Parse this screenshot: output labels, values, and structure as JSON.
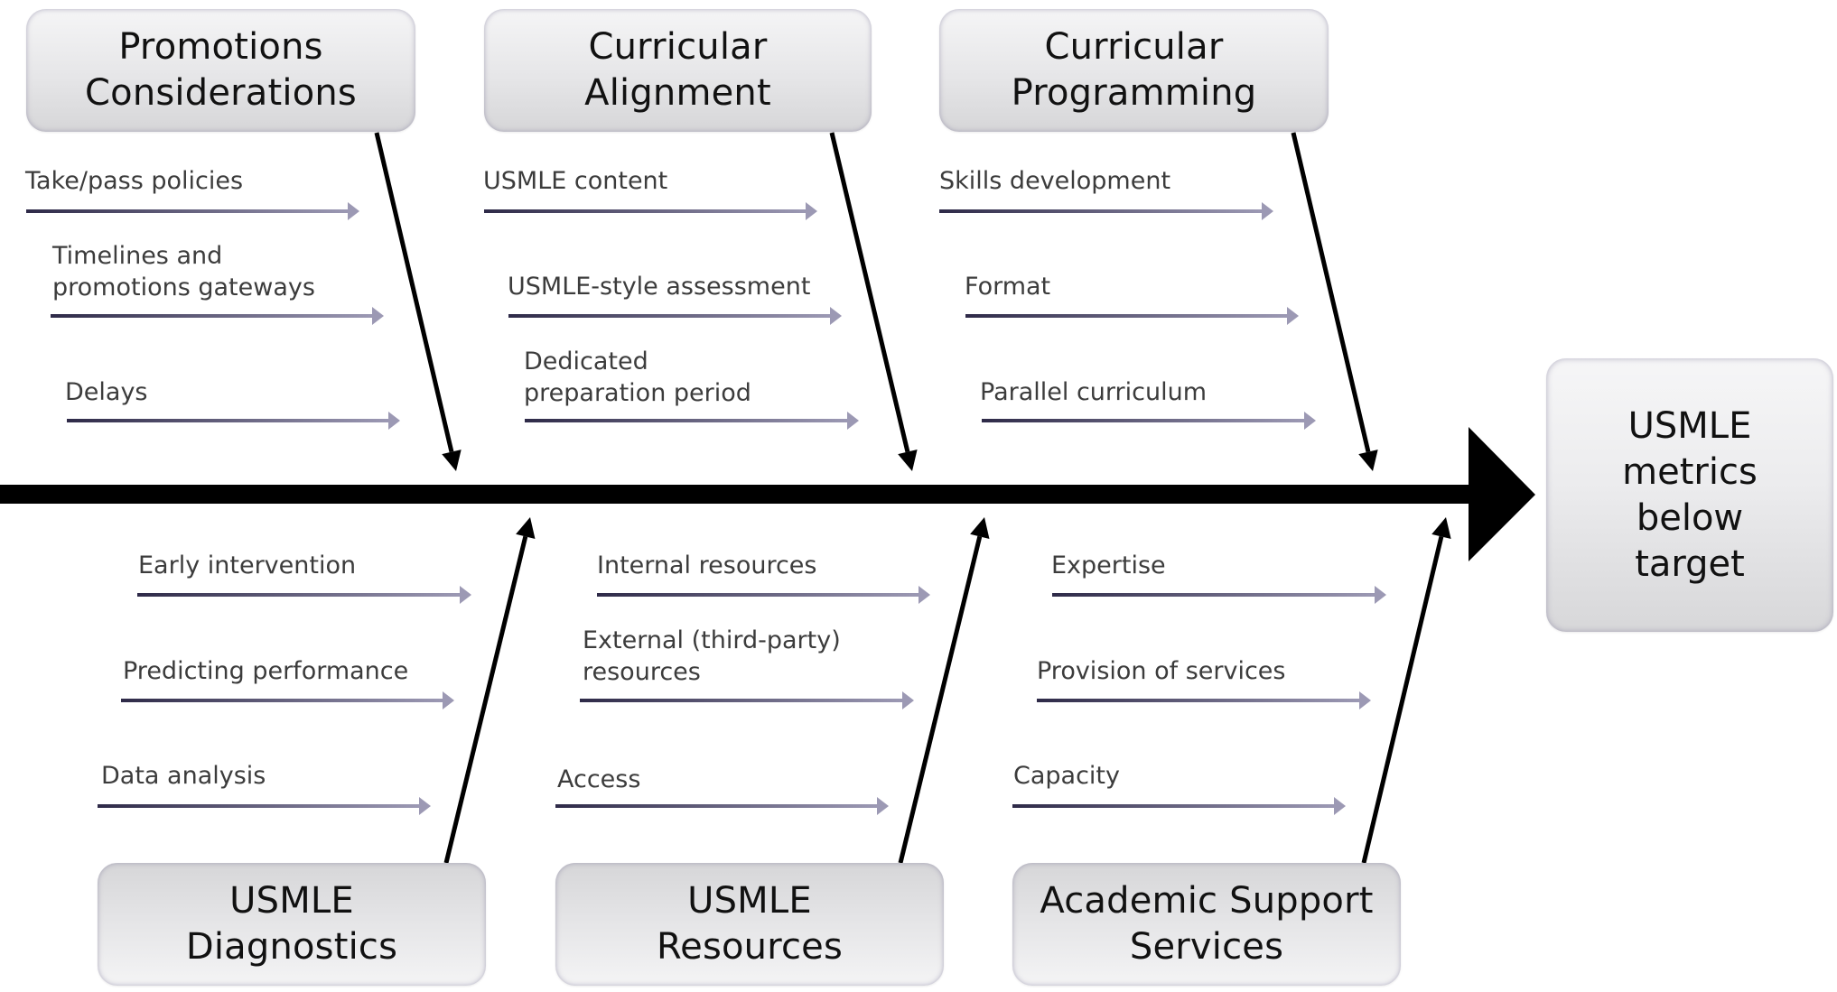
{
  "diagram": {
    "type": "fishbone",
    "effect": "USMLE\nmetrics\nbelow\ntarget",
    "colors": {
      "spine": "#000000",
      "branch": "#000000",
      "cause_arrow_start": "#2e2a48",
      "cause_arrow_end": "#9c99b4",
      "box_text": "#111111",
      "cause_text": "#3c3c3c"
    },
    "categories": [
      {
        "id": "promotions",
        "label": "Promotions\nConsiderations",
        "position": "top",
        "causes": [
          "Take/pass policies",
          "Timelines and\npromotions gateways",
          "Delays"
        ]
      },
      {
        "id": "curricular-alignment",
        "label": "Curricular\nAlignment",
        "position": "top",
        "causes": [
          "USMLE content",
          "USMLE-style assessment",
          "Dedicated\npreparation period"
        ]
      },
      {
        "id": "curricular-programming",
        "label": "Curricular\nProgramming",
        "position": "top",
        "causes": [
          "Skills development",
          "Format",
          "Parallel curriculum"
        ]
      },
      {
        "id": "usmle-diagnostics",
        "label": "USMLE\nDiagnostics",
        "position": "bottom",
        "causes": [
          "Early intervention",
          "Predicting performance",
          "Data analysis"
        ]
      },
      {
        "id": "usmle-resources",
        "label": "USMLE\nResources",
        "position": "bottom",
        "causes": [
          "Internal resources",
          "External (third-party)\nresources",
          "Access"
        ]
      },
      {
        "id": "academic-support",
        "label": "Academic Support\nServices",
        "position": "bottom",
        "causes": [
          "Expertise",
          "Provision of services",
          "Capacity"
        ]
      }
    ]
  }
}
